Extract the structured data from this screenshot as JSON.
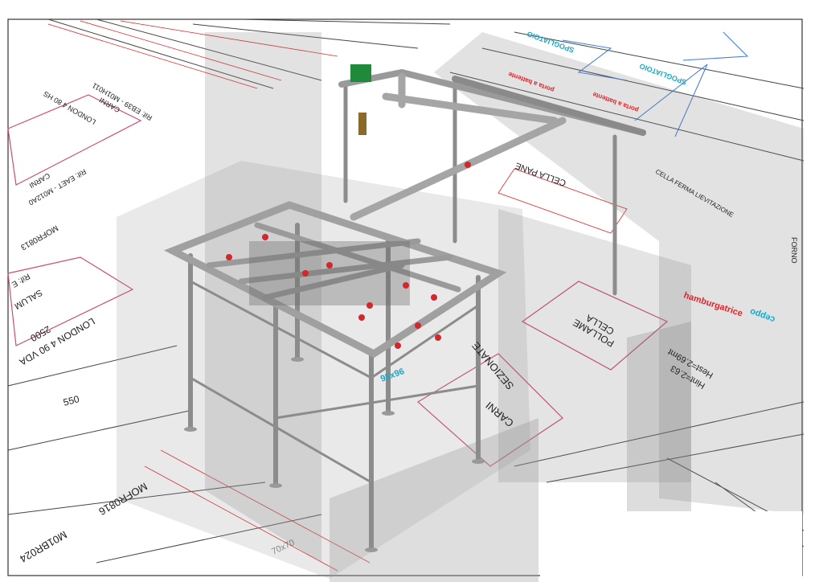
{
  "colors": {
    "background": "#ffffff",
    "wall": "#9a9a9a",
    "steel": "#8c8c8c",
    "hook": "#d0282c",
    "hoist": "#1f8a3a",
    "plan_red": "#e0242c",
    "plan_pink": "#d04a7a",
    "plan_cyan": "#17a8c8",
    "plan_blue": "#3a7ad8"
  },
  "labels": {
    "cella_pane": "CELLA PANE",
    "cella_pollame_1": "CELLA",
    "cella_pollame_2": "POLLAME",
    "carni_1": "CARNI",
    "carni_2": "SEZIONATE",
    "hamburgatrice": "hamburgatrice",
    "hint": "Hint=2.63",
    "hest": "Hest=2.69mt",
    "spogliatoio_1": "SPOGLIATOIO",
    "spogliatoio_2": "SPOGLIATOIO",
    "porta_1": "porta a battente",
    "porta_2": "porta a battente",
    "lievitazione": "CELLA FERMA LIEVITAZIONE",
    "forno": "FORNO",
    "ref_carni": "Rif: EB39 - M01H011",
    "carni_top": "CARNI",
    "london_1": "LONDON 4 80 HS",
    "ref_eaet": "Rif: EAET - M012A0",
    "carni_mid": "CARNI",
    "mofr13": "MOFR0813",
    "rif_e": "Rif: E",
    "salum": "SALUM",
    "london_2": "LONDON 4 90 VDA",
    "dim_2500": "2500",
    "dim_550": "550",
    "mofr16": "MOFR0816",
    "m01br": "M01BR024",
    "dim_70x70": "70x70",
    "ceppo": "ceppo",
    "dim_95x96": "95x96"
  }
}
